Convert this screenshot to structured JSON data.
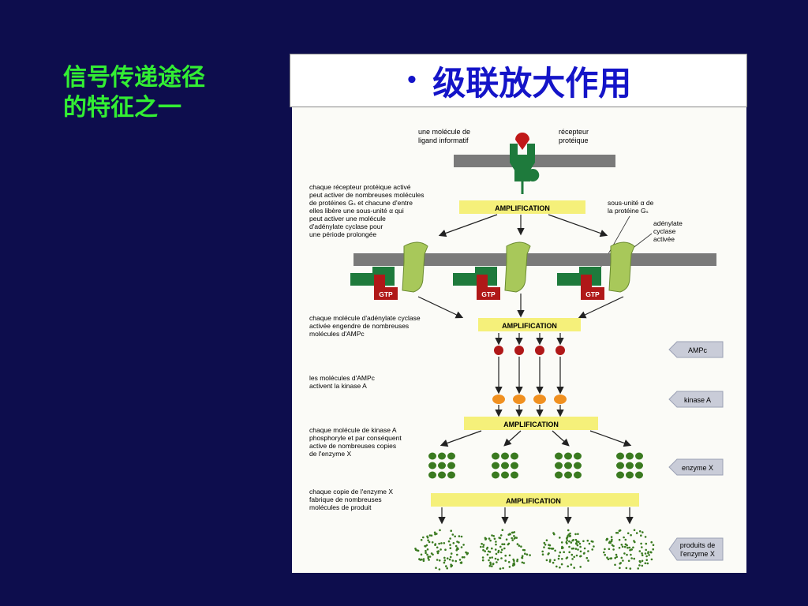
{
  "slide": {
    "side_title_line1": "信号传递途径",
    "side_title_line2": "的特征之一",
    "main_title": "级联放大作用",
    "bullet": "•"
  },
  "figure": {
    "ligand_label": [
      "une molécule de",
      "ligand informatif"
    ],
    "receptor_label": [
      "récepteur",
      "protéique"
    ],
    "note1": [
      "chaque récepteur protéique activé",
      "peut activer de nombreuses molécules",
      "de protéines Gₛ et chacune d'entre",
      "elles libère une sous-unité α qui",
      "peut activer une molécule",
      "d'adénylate cyclase pour",
      "une période prolongée"
    ],
    "gs_label": [
      "sous-unité α de",
      "la protéine Gₛ"
    ],
    "cyclase_label": [
      "adénylate",
      "cyclase",
      "activée"
    ],
    "note2": [
      "chaque molécule d'adénylate cyclase",
      "activée engendre de nombreuses",
      "molécules d'AMPc"
    ],
    "note3": [
      "les molécules d'AMPc",
      "activent la kinase A"
    ],
    "note4": [
      "chaque molécule de kinase A",
      "phosphoryle et par conséquent",
      "active de nombreuses copies",
      "de l'enzyme X"
    ],
    "note5": [
      "chaque copie de l'enzyme X",
      "fabrique de nombreuses",
      "molécules de produit"
    ],
    "amplification": "AMPLIFICATION",
    "gtp": "GTP",
    "tag_ampc": "AMPc",
    "tag_kinase": "kinase A",
    "tag_enzyme": "enzyme X",
    "tag_products": [
      "produits de",
      "l'enzyme X"
    ]
  },
  "colors": {
    "background": "#0d0d4d",
    "side_title": "#33ee33",
    "main_title": "#1414c8",
    "receptor": "#1e7a3c",
    "cyclase": "#a8c85a",
    "gtp": "#b01818",
    "ampc": "#b01818",
    "kinase": "#f09020",
    "enzyme": "#3a7a20",
    "amplification_band": "#f5f07a",
    "membrane": "#7a7a7a",
    "tag": "#c9ccd8"
  }
}
